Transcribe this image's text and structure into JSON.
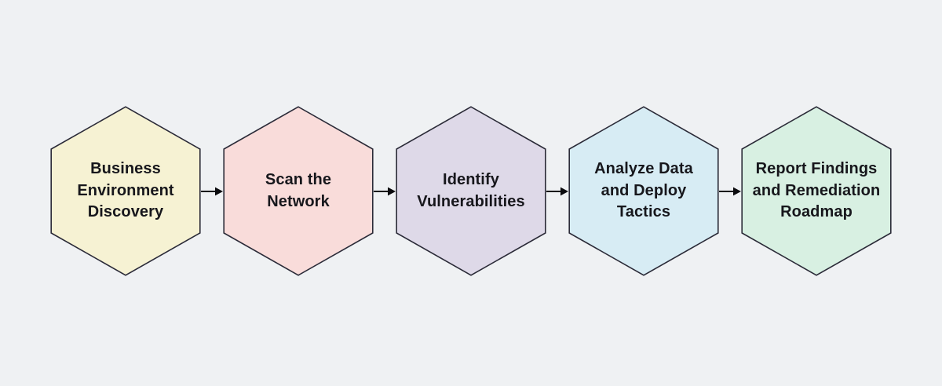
{
  "diagram": {
    "type": "flowchart",
    "direction": "left-to-right",
    "background_color": "#eff1f3",
    "node_shape": "hexagon",
    "node_stroke_color": "#2b2b38",
    "text_color": "#17171c",
    "arrow_color": "#0b0b0e",
    "nodes": [
      {
        "id": "business-environment-discovery",
        "label": "Business\nEnvironment\nDiscovery",
        "fill": "#f6f2d3"
      },
      {
        "id": "scan-the-network",
        "label": "Scan the\nNetwork",
        "fill": "#f9dcda"
      },
      {
        "id": "identify-vulnerabilities",
        "label": "Identify\nVulnerabilities",
        "fill": "#ded9e8"
      },
      {
        "id": "analyze-data-and-deploy-tactics",
        "label": "Analyze Data\nand Deploy\nTactics",
        "fill": "#d7ecf4"
      },
      {
        "id": "report-findings-and-remediation-roadmap",
        "label": "Report Findings\nand Remediation\nRoadmap",
        "fill": "#d8f0e2"
      }
    ],
    "connections": [
      {
        "from": "business-environment-discovery",
        "to": "scan-the-network"
      },
      {
        "from": "scan-the-network",
        "to": "identify-vulnerabilities"
      },
      {
        "from": "identify-vulnerabilities",
        "to": "analyze-data-and-deploy-tactics"
      },
      {
        "from": "analyze-data-and-deploy-tactics",
        "to": "report-findings-and-remediation-roadmap"
      }
    ]
  }
}
